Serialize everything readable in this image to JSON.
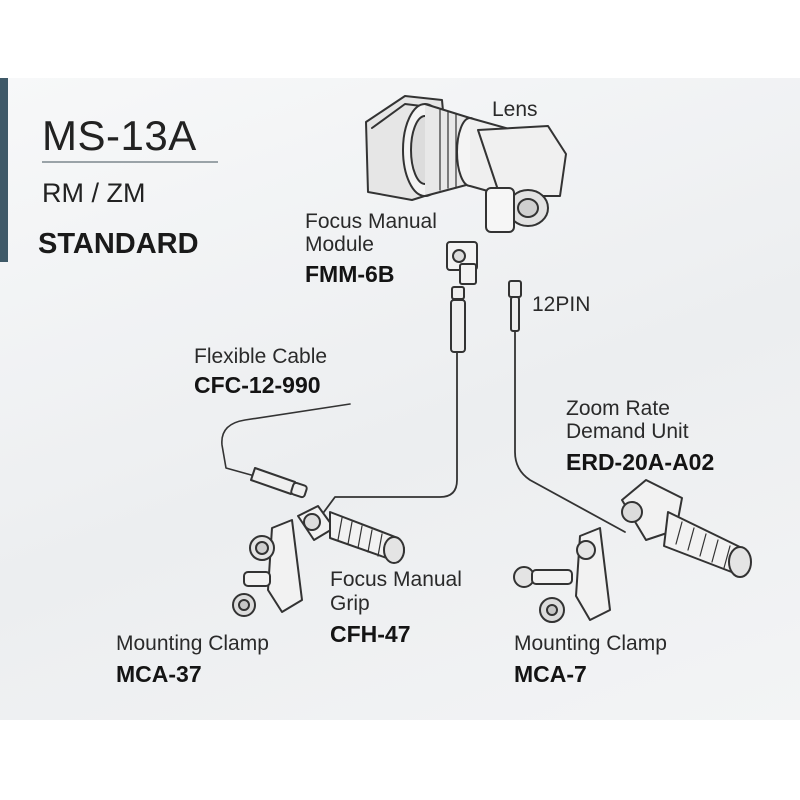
{
  "header": {
    "model": "MS-13A",
    "variant": "RM / ZM",
    "edition": "STANDARD"
  },
  "components": {
    "lens": {
      "name": "Lens"
    },
    "focus_module": {
      "name_line1": "Focus Manual",
      "name_line2": "Module",
      "code": "FMM-6B"
    },
    "connector": {
      "label": "12PIN"
    },
    "flexible_cable": {
      "name": "Flexible Cable",
      "code": "CFC-12-990"
    },
    "zoom_unit": {
      "name_line1": "Zoom Rate",
      "name_line2": "Demand Unit",
      "code": "ERD-20A-A02"
    },
    "focus_grip": {
      "name_line1": "Focus Manual",
      "name_line2": "Grip",
      "code": "CFH-47"
    },
    "clamp_left": {
      "name": "Mounting Clamp",
      "code": "MCA-37"
    },
    "clamp_right": {
      "name": "Mounting Clamp",
      "code": "MCA-7"
    }
  },
  "colors": {
    "accent": "#3f5968",
    "line": "#333333"
  }
}
